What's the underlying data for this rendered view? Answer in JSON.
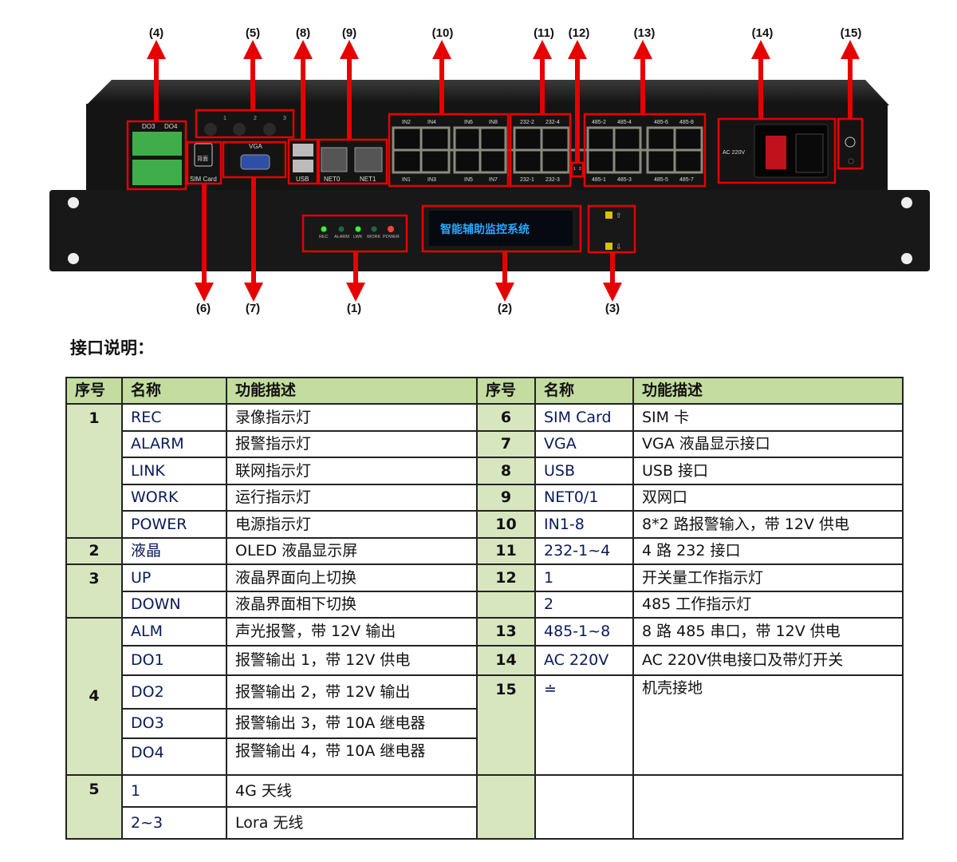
{
  "device": {
    "do_labels": [
      "DO3",
      "DO4"
    ],
    "vga_label": "VGA",
    "sim_label": "SIM Card",
    "sim_icon_text": "背面",
    "usb_label": "USB",
    "net_labels": [
      "NET0",
      "NET1"
    ],
    "in_top": [
      "IN2",
      "IN4",
      "IN6",
      "IN8"
    ],
    "in_bottom": [
      "IN1",
      "IN3",
      "IN5",
      "IN7"
    ],
    "rs232_top": [
      "232-2",
      "232-4"
    ],
    "rs232_bottom": [
      "232-1",
      "232-3"
    ],
    "ind12": [
      "1",
      "2"
    ],
    "rs485_top": [
      "485-2",
      "485-4",
      "485-6",
      "485-8"
    ],
    "rs485_bottom": [
      "485-1",
      "485-3",
      "485-5",
      "485-7"
    ],
    "ac_label": "AC 220V",
    "antenna_nums": [
      "1",
      "2",
      "3"
    ],
    "leds": [
      "REC",
      "ALARM",
      "LWK",
      "WORK",
      "POWER"
    ],
    "oled_text": "智能辅助监控系统",
    "callouts_top": [
      "(4)",
      "(5)",
      "(8)",
      "(9)",
      "(10)",
      "(11)",
      "(12)",
      "(13)",
      "(14)",
      "(15)"
    ],
    "callouts_bottom": [
      "(6)",
      "(7)",
      "(1)",
      "(2)",
      "(3)"
    ],
    "colors": {
      "callout": "#e60000",
      "oled": "#2aa8ff",
      "terminal": "#3fae4a"
    }
  },
  "heading": "接口说明：",
  "table": {
    "headers": [
      "序号",
      "名称",
      "功能描述"
    ],
    "left": [
      {
        "seq": "1",
        "name": "REC",
        "desc": "录像指示灯"
      },
      {
        "name": "ALARM",
        "desc": "报警指示灯"
      },
      {
        "name": "LINK",
        "desc": "联网指示灯"
      },
      {
        "name": "WORK",
        "desc": "运行指示灯"
      },
      {
        "name": "POWER",
        "desc": "电源指示灯"
      },
      {
        "seq": "2",
        "name": "液晶",
        "desc": "OLED 液晶显示屏"
      },
      {
        "seq": "3",
        "name": "UP",
        "desc": "液晶界面向上切换"
      },
      {
        "name": "DOWN",
        "desc": "液晶界面相下切换"
      },
      {
        "seq": "4",
        "name": "ALM",
        "desc": "声光报警，带 12V 输出"
      },
      {
        "name": "DO1",
        "desc": "报警输出 1，带 12V 供电"
      },
      {
        "name": "DO2",
        "desc": "报警输出 2，带 12V 输出"
      },
      {
        "name": "DO3",
        "desc": "报警输出 3，带 10A 继电器"
      },
      {
        "name": "DO4",
        "desc": "报警输出 4，带 10A 继电器"
      },
      {
        "seq": "5",
        "name": "1",
        "desc": "4G 天线"
      },
      {
        "name": "2~3",
        "desc": "Lora 无线"
      }
    ],
    "right": [
      {
        "seq": "6",
        "name": "SIM Card",
        "desc": "SIM 卡"
      },
      {
        "seq": "7",
        "name": "VGA",
        "desc": "VGA 液晶显示接口"
      },
      {
        "seq": "8",
        "name": "USB",
        "desc": "USB 接口"
      },
      {
        "seq": "9",
        "name": "NET0/1",
        "desc": "双网口"
      },
      {
        "seq": "10",
        "name": "IN1-8",
        "desc": "8*2 路报警输入，带 12V 供电"
      },
      {
        "seq": "11",
        "name": "232-1~4",
        "desc": "4 路 232 接口"
      },
      {
        "seq": "12",
        "name": "1",
        "desc": "开关量工作指示灯"
      },
      {
        "seq": "",
        "name": "2",
        "desc": "485 工作指示灯"
      },
      {
        "seq": "13",
        "name": "485-1~8",
        "desc": "8 路 485 串口，带 12V 供电"
      },
      {
        "seq": "14",
        "name": "AC 220V",
        "desc": "AC 220V供电接口及带灯开关"
      },
      {
        "seq": "15",
        "name": "≐",
        "desc": "机壳接地"
      }
    ]
  }
}
